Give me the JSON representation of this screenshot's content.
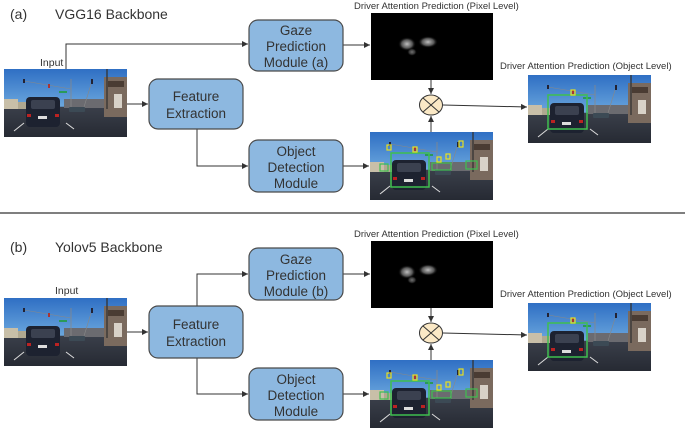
{
  "panels": [
    {
      "id": "a",
      "tag": "(a)",
      "title": "VGG16 Backbone",
      "input_label": "Input",
      "feature_box": [
        "Feature",
        "Extraction"
      ],
      "gaze_box": [
        "Gaze",
        "Prediction",
        "Module (a)"
      ],
      "detect_box": [
        "Object",
        "Detection",
        "Module"
      ],
      "pixel_label": "Driver Attention Prediction (Pixel Level)",
      "object_label": "Driver Attention Prediction (Object Level)",
      "combine_op": "multiply"
    },
    {
      "id": "b",
      "tag": "(b)",
      "title": "Yolov5 Backbone",
      "input_label": "Input",
      "feature_box": [
        "Feature",
        "Extraction"
      ],
      "gaze_box": [
        "Gaze",
        "Prediction",
        "Module (b)"
      ],
      "detect_box": [
        "Object",
        "Detection",
        "Module"
      ],
      "pixel_label": "Driver Attention Prediction (Pixel Level)",
      "object_label": "Driver Attention Prediction (Object Level)",
      "combine_op": "multiply"
    }
  ],
  "colors": {
    "module_fill": "#8db8e0",
    "module_stroke": "#4a4a4a",
    "op_node_fill": "#fbe9c6",
    "detection_box": "#3fbf4f",
    "traffic_light_box": "#e8e020",
    "heatmap_bg": "#000000"
  }
}
